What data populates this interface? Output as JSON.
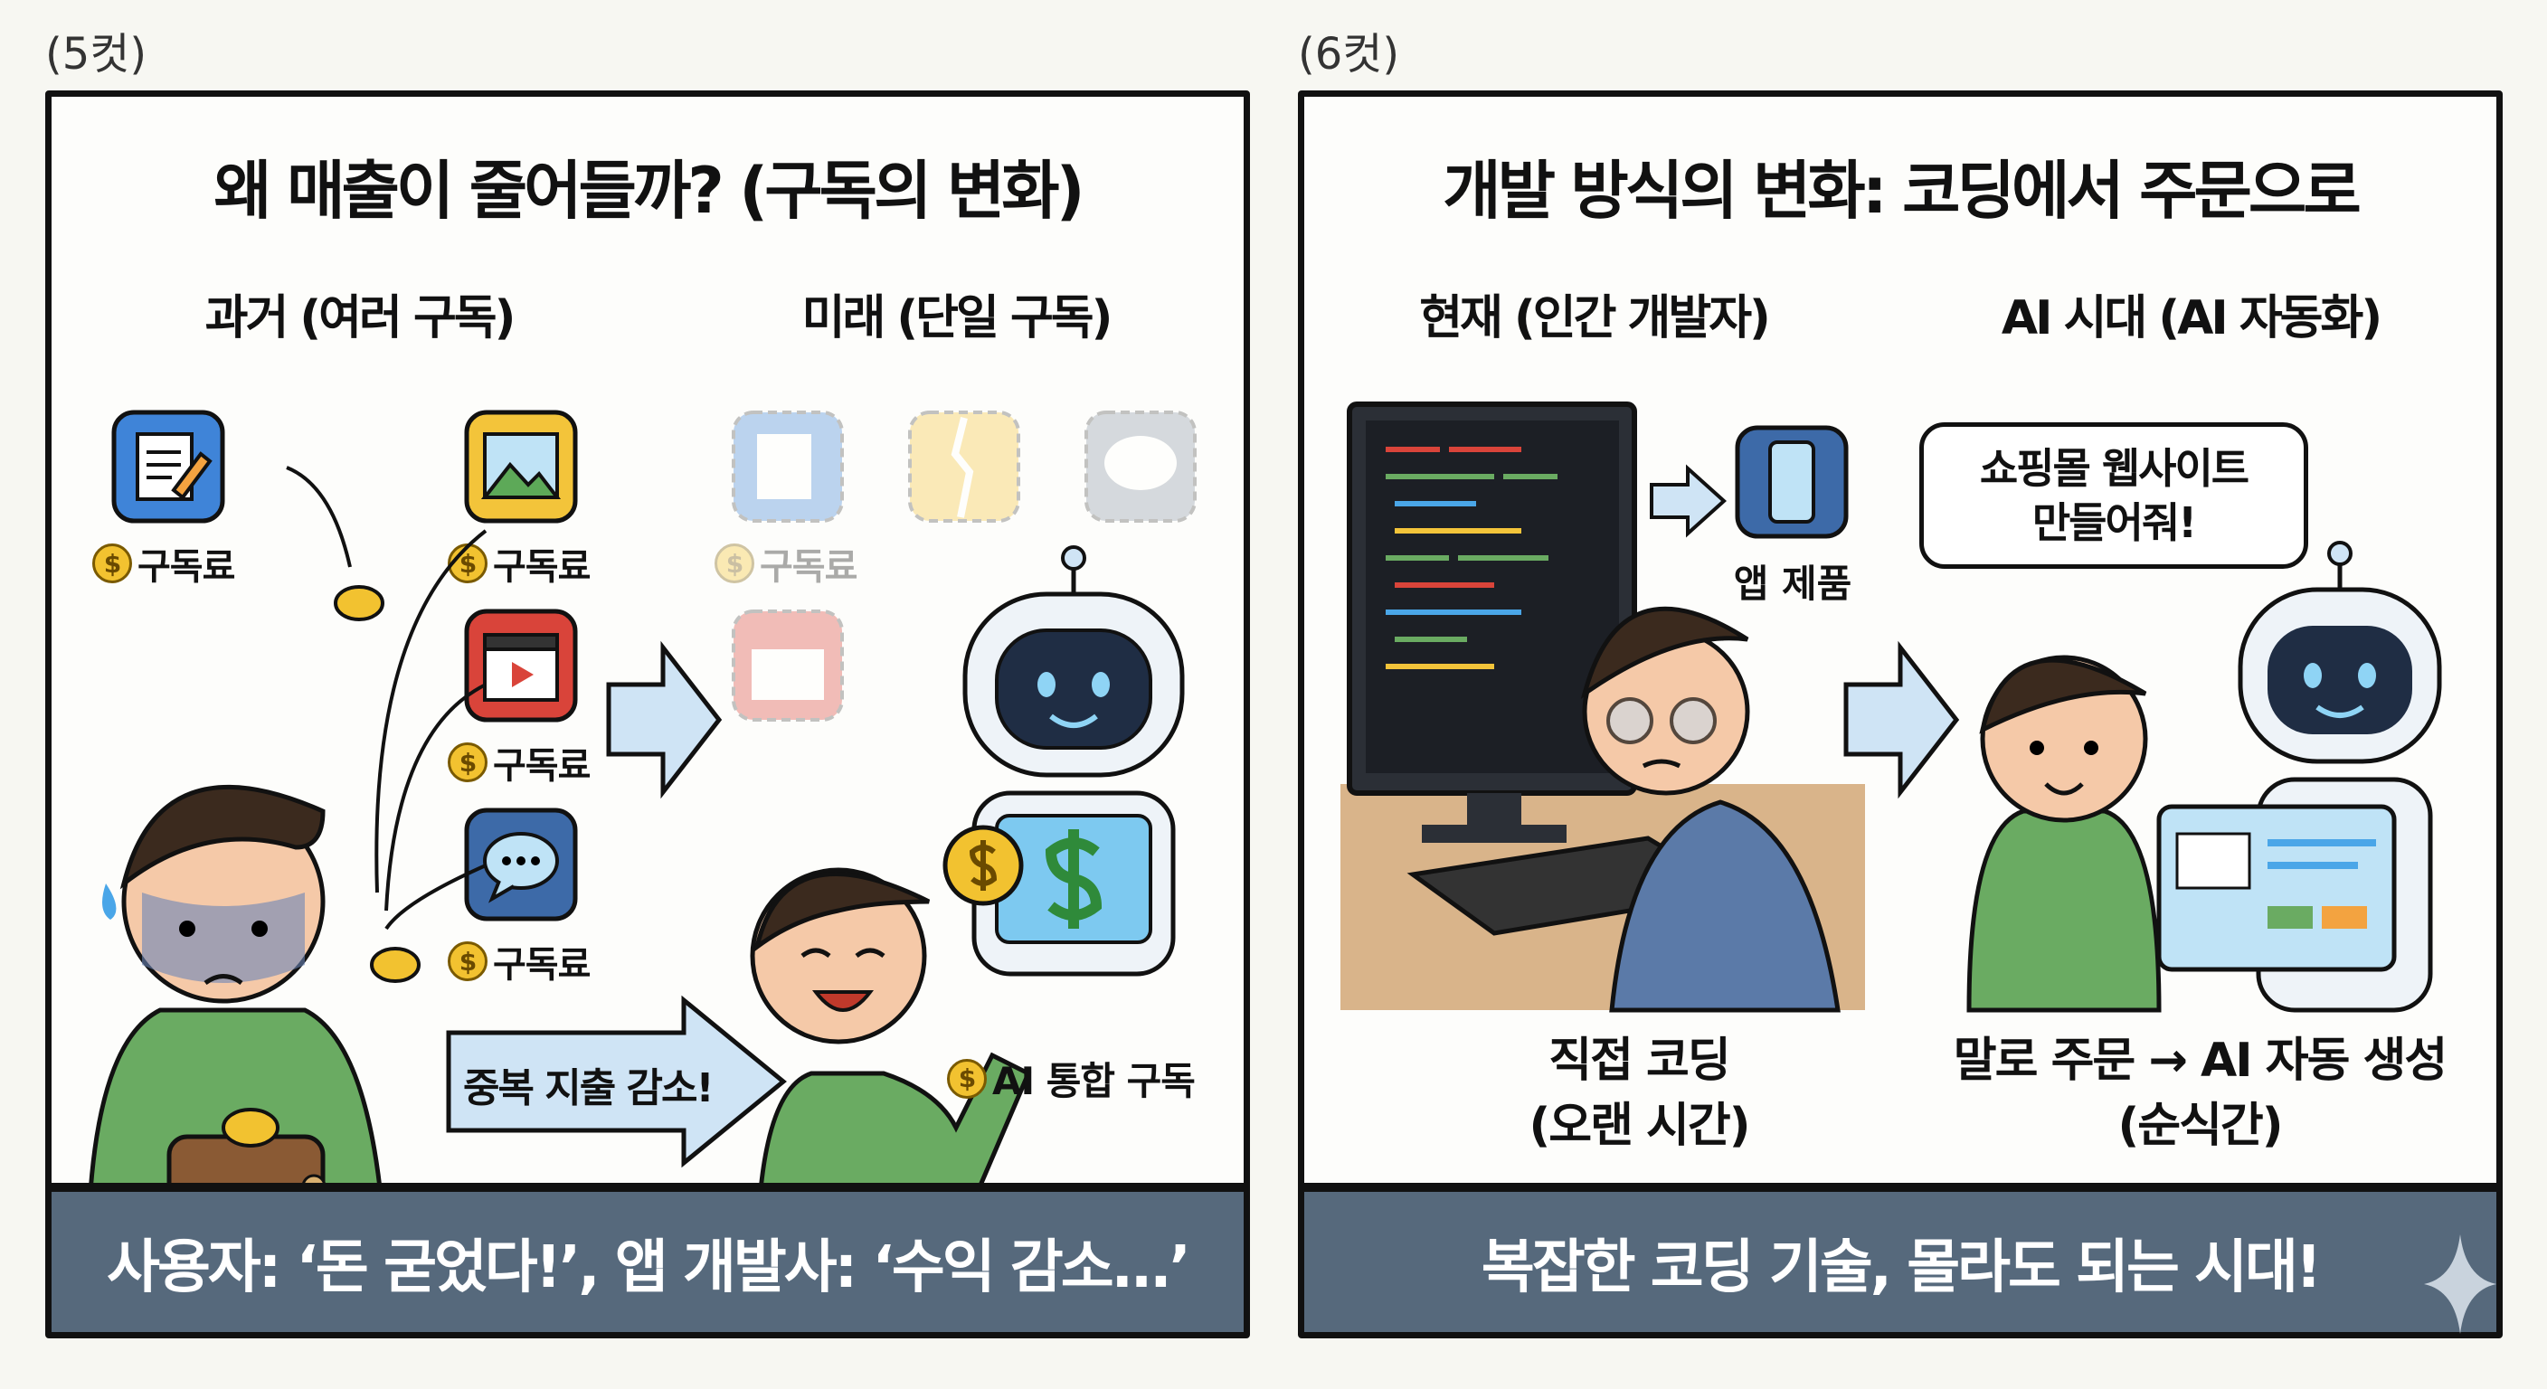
{
  "panel5": {
    "cut_label": "(5컷)",
    "title": "왜 매출이 줄어들까? (구독의 변화)",
    "past_heading": "과거 (여러 구독)",
    "future_heading": "미래 (단일 구독)",
    "fee_label": "구독료",
    "coin_symbol": "$",
    "icons": [
      "note-app-icon",
      "image-app-icon",
      "video-app-icon",
      "chat-app-icon"
    ],
    "arrow_text": "중복 지출 감소!",
    "ai_subscription": "AI 통합 구독",
    "caption": "사용자: ‘돈 굳었다!’, 앱 개발사: ‘수익 감소...’"
  },
  "panel6": {
    "cut_label": "(6컷)",
    "title": "개발 방식의 변화: 코딩에서 주문으로",
    "present_heading": "현재 (인간 개발자)",
    "ai_heading": "AI 시대 (AI 자동화)",
    "app_product": "앱 제품",
    "speech_line1": "쇼핑몰 웹사이트",
    "speech_line2": "만들어줘!",
    "left_label_line1": "직접 코딩",
    "left_label_line2": "(오랜 시간)",
    "right_label_line1": "말로 주문 → AI 자동 생성",
    "right_label_line2": "(순식간)",
    "caption": "복잡한 코딩 기술, 몰라도 되는 시대!"
  },
  "colors": {
    "caption_bar": "#56697c",
    "shirt_green": "#6aab62",
    "arrow_blue": "#cfe4f5",
    "robot_glow": "#8fd4f5",
    "coin": "#f2c230"
  }
}
